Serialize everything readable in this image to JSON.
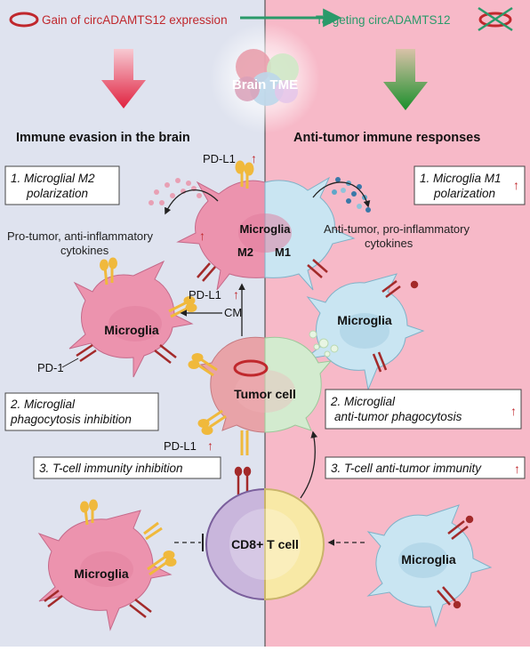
{
  "header": {
    "left_label": "Gain of circADAMTS12 expression",
    "right_label": "Targeting circADAMTS12",
    "center_label": "Brain TME"
  },
  "left": {
    "title": "Immune evasion in the brain",
    "box1_line1": "1. Microglial M2",
    "box1_line2": "polarization",
    "cytokines_line1": "Pro-tumor, anti-inflammatory",
    "cytokines_line2": "cytokines",
    "pdl1_top": "PD-L1",
    "pdl1_mid": "PD-L1",
    "pdl1_bottom": "PD-L1",
    "cm": "CM",
    "microglia_left": "Microglia",
    "pd1": "PD-1",
    "box2_line1": "2.     Microglial",
    "box2_line2": "phagocytosis inhibition",
    "box3": "3. T-cell immunity inhibition",
    "microglia_bottom": "Microglia"
  },
  "center": {
    "microglia_main": "Microglia",
    "m2": "M2",
    "m1": "M1",
    "tumor": "Tumor cell",
    "tcell": "CD8+ T cell"
  },
  "right": {
    "title": "Anti-tumor immune responses",
    "box1_line1": "1. Microglia M1",
    "box1_line2": "polarization",
    "cytokines_line1": "Anti-tumor, pro-inflammatory",
    "cytokines_line2": "cytokines",
    "microglia_right": "Microglia",
    "box2_line1": "2.       Microglial",
    "box2_line2": "anti-tumor phagocytosis",
    "box3": "3. T-cell anti-tumor immunity",
    "microglia_bottom": "Microglia"
  },
  "colors": {
    "left_bg": "#dfe3ef",
    "right_bg": "#f7b9c8",
    "circ_red": "#c0282d",
    "arrow_green": "#2a9a6a",
    "pdl1_yellow": "#f0b93c",
    "pd1_red": "#a32a2a",
    "m2_pink": "#ec93ae",
    "m1_blue": "#c9e5f2",
    "tumor_green": "#d3ebcf",
    "tcell_purple": "#c9b6dc",
    "tcell_yellow": "#f8e9a6"
  }
}
